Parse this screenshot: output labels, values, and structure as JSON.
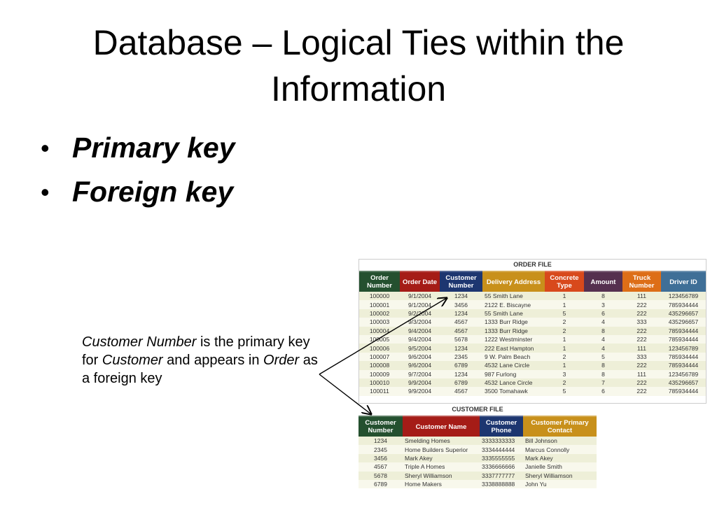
{
  "title": {
    "line1": "Database – Logical Ties within the",
    "line2": "Information"
  },
  "bullets": [
    "Primary key",
    "Foreign key"
  ],
  "bullet_symbol": "•",
  "caption": {
    "p1": "Customer Number",
    "p2": " is the primary key for ",
    "p3": "Customer",
    "p4": " and appears in ",
    "p5": "Order",
    "p6": " as a foreign key"
  },
  "order_file": {
    "title": "ORDER FILE",
    "headers": [
      "Order Number",
      "Order Date",
      "Customer Number",
      "Delivery Address",
      "Concrete Type",
      "Amount",
      "Truck Number",
      "Driver ID"
    ],
    "header_colors": [
      "#24502f",
      "#a51c17",
      "#1d3670",
      "#c8901b",
      "#d8491c",
      "#55304f",
      "#dd6e17",
      "#3f6f97"
    ],
    "rows": [
      [
        "100000",
        "9/1/2004",
        "1234",
        "55 Smith Lane",
        "1",
        "8",
        "111",
        "123456789"
      ],
      [
        "100001",
        "9/1/2004",
        "3456",
        "2122 E. Biscayne",
        "1",
        "3",
        "222",
        "785934444"
      ],
      [
        "100002",
        "9/2/2004",
        "1234",
        "55 Smith Lane",
        "5",
        "6",
        "222",
        "435296657"
      ],
      [
        "100003",
        "9/3/2004",
        "4567",
        "1333 Burr Ridge",
        "2",
        "4",
        "333",
        "435296657"
      ],
      [
        "100004",
        "9/4/2004",
        "4567",
        "1333 Burr Ridge",
        "2",
        "8",
        "222",
        "785934444"
      ],
      [
        "100005",
        "9/4/2004",
        "5678",
        "1222 Westminster",
        "1",
        "4",
        "222",
        "785934444"
      ],
      [
        "100006",
        "9/5/2004",
        "1234",
        "222 East Hampton",
        "1",
        "4",
        "111",
        "123456789"
      ],
      [
        "100007",
        "9/6/2004",
        "2345",
        "9 W. Palm Beach",
        "2",
        "5",
        "333",
        "785934444"
      ],
      [
        "100008",
        "9/6/2004",
        "6789",
        "4532 Lane Circle",
        "1",
        "8",
        "222",
        "785934444"
      ],
      [
        "100009",
        "9/7/2004",
        "1234",
        "987 Furlong",
        "3",
        "8",
        "111",
        "123456789"
      ],
      [
        "100010",
        "9/9/2004",
        "6789",
        "4532 Lance Circle",
        "2",
        "7",
        "222",
        "435296657"
      ],
      [
        "100011",
        "9/9/2004",
        "4567",
        "3500 Tomahawk",
        "5",
        "6",
        "222",
        "785934444"
      ]
    ]
  },
  "customer_file": {
    "title": "CUSTOMER FILE",
    "headers": [
      "Customer Number",
      "Customer Name",
      "Customer Phone",
      "Customer Primary Contact"
    ],
    "header_colors": [
      "#24502f",
      "#a51c17",
      "#1d3670",
      "#c8901b"
    ],
    "rows": [
      [
        "1234",
        "Smelding Homes",
        "3333333333",
        "Bill Johnson"
      ],
      [
        "2345",
        "Home Builders Superior",
        "3334444444",
        "Marcus Connolly"
      ],
      [
        "3456",
        "Mark Akey",
        "3335555555",
        "Mark Akey"
      ],
      [
        "4567",
        "Triple A Homes",
        "3336666666",
        "Janielle Smith"
      ],
      [
        "5678",
        "Sheryl Williamson",
        "3337777777",
        "Sheryl Williamson"
      ],
      [
        "6789",
        "Home Makers",
        "3338888888",
        "John Yu"
      ]
    ]
  }
}
